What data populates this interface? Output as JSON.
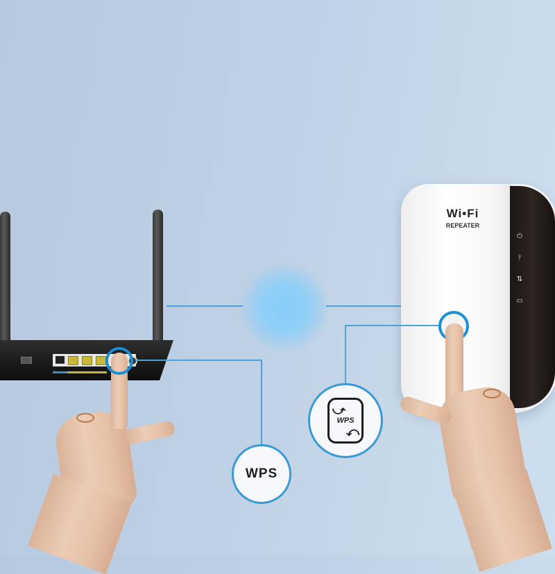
{
  "scene": {
    "description": "WPS pairing illustration: router and WiFi repeater connected via WPS",
    "background_color": "#bfd1e5",
    "accent_color": "#1b8fd6",
    "line_color": "#4aa3d8",
    "glow_color": "#86cdf8"
  },
  "router": {
    "color": "#1a1a1a",
    "antennas": 2,
    "lan_ports": 3,
    "lan_port_color": "#c8b83a"
  },
  "repeater": {
    "logo_main": "Wi•Fi",
    "logo_sub": "REPEATER",
    "indicators": [
      {
        "name": "power-icon",
        "glyph": "⏻"
      },
      {
        "name": "signal-icon",
        "glyph": "⫯"
      },
      {
        "name": "wps-sync-icon",
        "glyph": "⇅"
      },
      {
        "name": "lan-icon",
        "glyph": "▭"
      }
    ]
  },
  "callouts": {
    "router_wps": {
      "label": "WPS"
    },
    "repeater_wps": {
      "label": "WPS",
      "arrow_top": "⤻",
      "arrow_bottom": "⤺"
    }
  }
}
